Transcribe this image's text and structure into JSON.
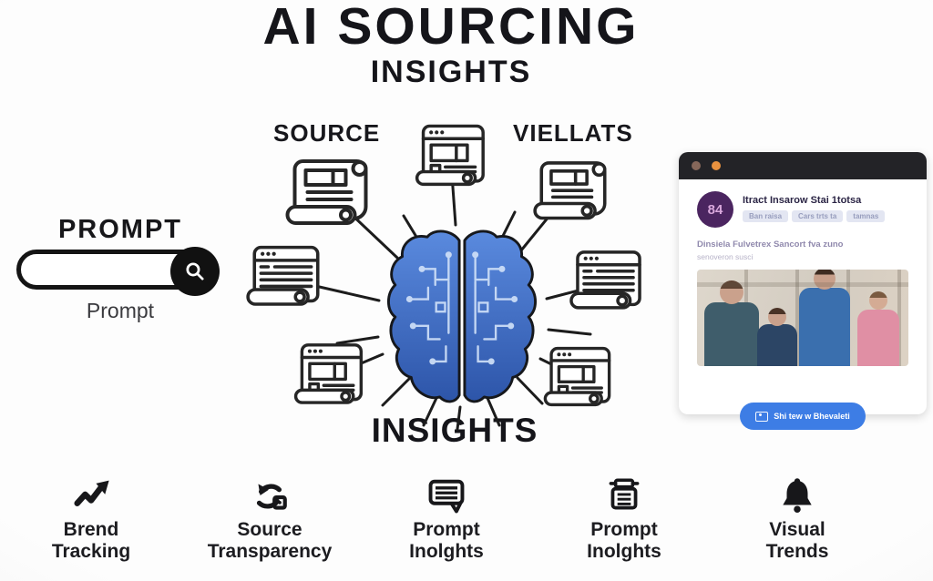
{
  "header": {
    "title": "AI SOURCING",
    "subtitle": "INSIGHTS"
  },
  "diagram": {
    "source_label": "SOURCE",
    "visual_label": "VIELLATS",
    "insights_label": "INSIGHTS",
    "brain_icon": "circuit-brain-icon",
    "doc_icons": "document-scroll-icons",
    "brain_color": "#3f6ec8"
  },
  "prompt": {
    "heading": "PROMPT",
    "caption": "Prompt",
    "icon": "search-icon"
  },
  "card": {
    "window_dot_colors": [
      "#86675a",
      "#e8913f"
    ],
    "avatar_text": "84",
    "title": "Itract Insarow Stai 1totsa",
    "badges": [
      "Ban raisa",
      "Cars trts ta",
      "tamnas"
    ],
    "meta_line1": "Dinsiela Fulvetrex Sancort fva zuno",
    "meta_line2": "senoveron susci",
    "button_label": "Shi tew w Bhevaleti",
    "button_color": "#3d7de5",
    "button_icon": "camera-icon"
  },
  "features": [
    {
      "line1": "Brend",
      "line2": "Tracking",
      "icon": "trend-arrow-icon"
    },
    {
      "line1": "Source",
      "line2": "Transparency",
      "icon": "cycle-arrows-icon"
    },
    {
      "line1": "Prompt",
      "line2": "Inolghts",
      "icon": "chat-bubble-icon"
    },
    {
      "line1": "Prompt",
      "line2": "Inolghts",
      "icon": "printer-icon"
    },
    {
      "line1": "Visual",
      "line2": "Trends",
      "icon": "bell-icon"
    }
  ]
}
